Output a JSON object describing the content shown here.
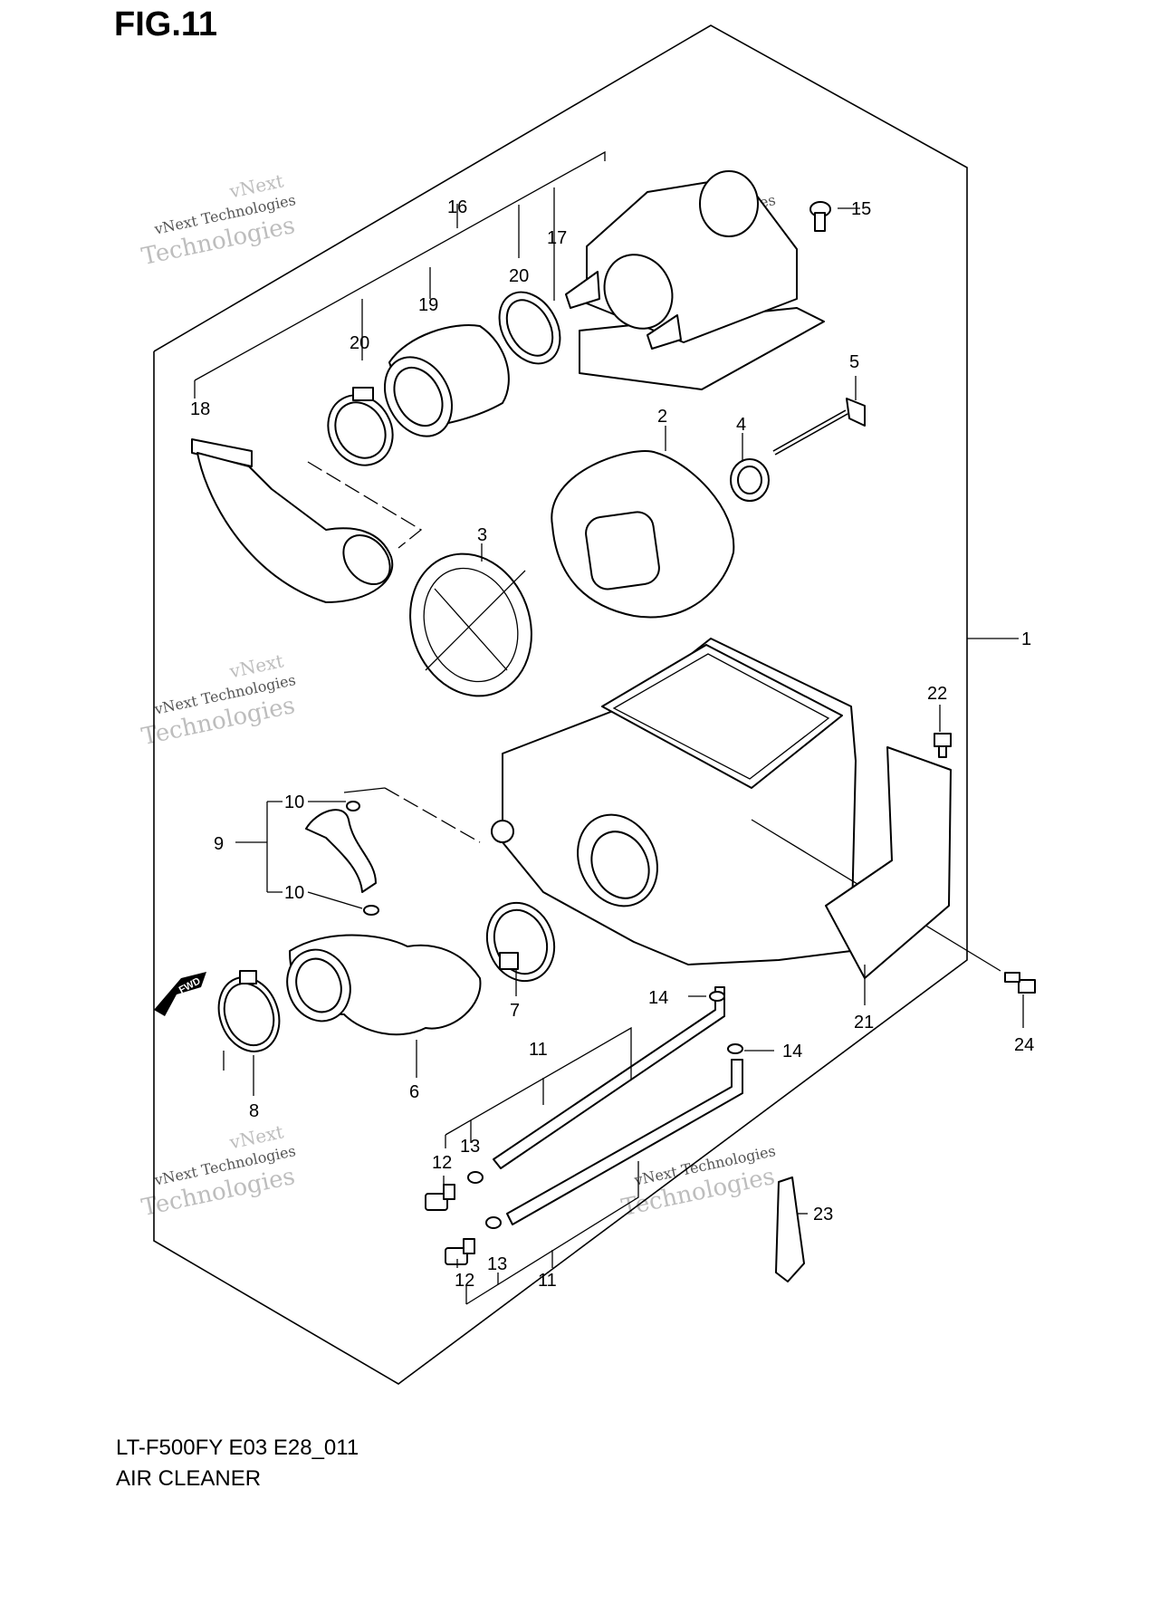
{
  "figure": {
    "title": "FIG.11"
  },
  "caption": {
    "model": "LT-F500FY E03 E28_011",
    "name": "AIR CLEANER"
  },
  "fwd_label": "FWD",
  "watermark": {
    "line1": "vNext",
    "line2": "vNext Technologies",
    "line3": "Technologies"
  },
  "parts": {
    "p1": "1",
    "p2": "2",
    "p3": "3",
    "p4": "4",
    "p5": "5",
    "p6": "6",
    "p7": "7",
    "p8": "8",
    "p9": "9",
    "p10a": "10",
    "p10b": "10",
    "p11a": "11",
    "p11b": "11",
    "p12a": "12",
    "p12b": "12",
    "p13a": "13",
    "p13b": "13",
    "p14a": "14",
    "p14b": "14",
    "p15": "15",
    "p16": "16",
    "p17": "17",
    "p18": "18",
    "p19": "19",
    "p20a": "20",
    "p20b": "20",
    "p21": "21",
    "p22": "22",
    "p23": "23",
    "p24": "24"
  }
}
